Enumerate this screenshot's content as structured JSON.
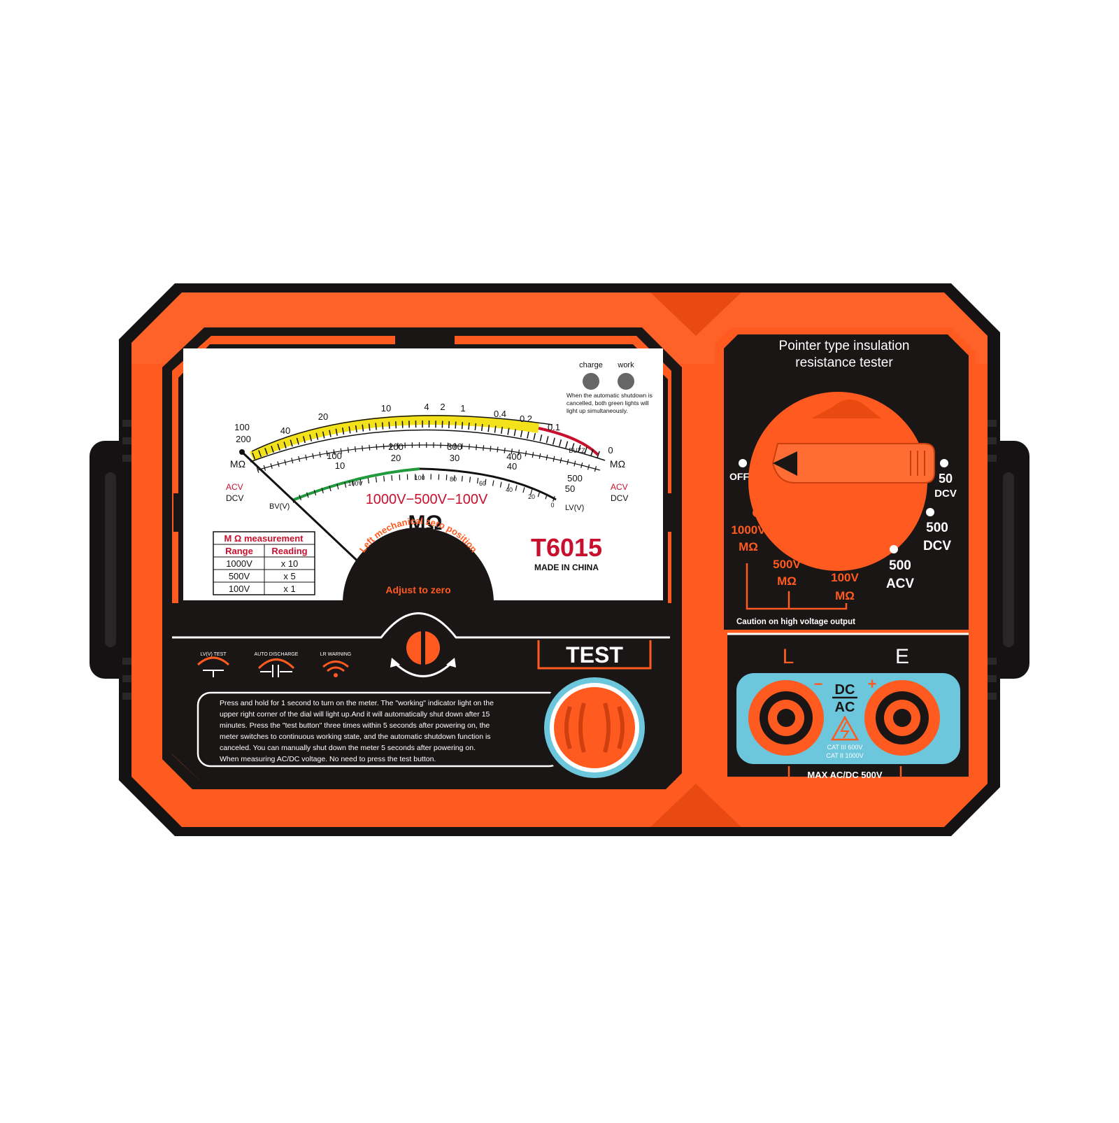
{
  "colors": {
    "body_orange": "#ff5a1f",
    "dark_shell": "#141212",
    "panel_black": "#1b1616",
    "dial_red": "#c8102e",
    "scale_yellow": "#f3e21a",
    "scale_green": "#1f9a3c",
    "jack_blue": "#6cc6dc"
  },
  "meter": {
    "indicators": {
      "charge": "charge",
      "work": "work"
    },
    "indicator_note": [
      "When the automatic shutdown is",
      "cancelled, both green lights will",
      "light up simultaneously."
    ],
    "mohm_outer_labels": [
      "100",
      "40",
      "20",
      "10",
      "4",
      "2",
      "1",
      "0.4",
      "0.2",
      "0.1",
      "0"
    ],
    "mohm_inner_labels": [
      "200",
      "100",
      "200",
      "300",
      "400",
      "500"
    ],
    "scale_a_labels": [
      "10",
      "20",
      "30",
      "40",
      "50"
    ],
    "volt_labels": [
      "100V",
      "100",
      "80",
      "60",
      "40",
      "20",
      "0"
    ],
    "left_unit": "MΩ",
    "right_unit": "MΩ",
    "buzz": "BUZZ",
    "acv_left": "ACV",
    "dcv_left": "DCV",
    "acv_right": "ACV",
    "dcv_right": "DCV",
    "bv": "BV(V)",
    "lv": "LV(V)",
    "range_text": "1000V−500V−100V",
    "unit_big": "MΩ",
    "model": "T6015",
    "made_in": "MADE IN CHINA",
    "zero_arc": "Left mechanical zero position",
    "adjust_label": "Adjust to zero",
    "table": {
      "title": "M Ω measurement",
      "headers": [
        "Range",
        "Reading"
      ],
      "rows": [
        [
          "1000V",
          "x 10"
        ],
        [
          "500V",
          "x 5"
        ],
        [
          "100V",
          "x 1"
        ]
      ]
    }
  },
  "panel": {
    "icons": [
      "LV(V) TEST",
      "AUTO DISCHARGE",
      "LR WARNING"
    ],
    "test_label": "TEST",
    "instructions": [
      "Press and hold  for 1 second to turn on the meter. The \"working\" indicator light on the",
      "upper right corner of the dial will light up.And it will automatically shut down after 15",
      "minutes. Press the \"test button\" three times within 5 seconds after powering on, the",
      "meter switches to continuous working state,  and the automatic shutdown function is",
      "canceled. You can manually shut down the meter 5 seconds after powering on.",
      "When measuring AC/DC voltage. No need to press the test button."
    ]
  },
  "selector": {
    "title_line1": "Pointer type insulation",
    "title_line2": "resistance tester",
    "off": "OFF",
    "p50_num": "50",
    "p50_unit": "DCV",
    "p500dcv_num": "500",
    "p500dcv_unit": "DCV",
    "p500acv_num": "500",
    "p500acv_unit": "ACV",
    "r1000_num": "1000V",
    "r1000_unit": "MΩ",
    "r500_num": "500V",
    "r500_unit": "MΩ",
    "r100_num": "100V",
    "r100_unit": "MΩ",
    "caution": "Caution on high voltage output"
  },
  "terminals": {
    "l": "L",
    "e": "E",
    "minus": "−",
    "plus": "+",
    "dc": "DC",
    "ac": "AC",
    "cat1": "CAT III 600V",
    "cat2": "CAT II 1000V",
    "max": "MAX  AC/DC  500V"
  }
}
